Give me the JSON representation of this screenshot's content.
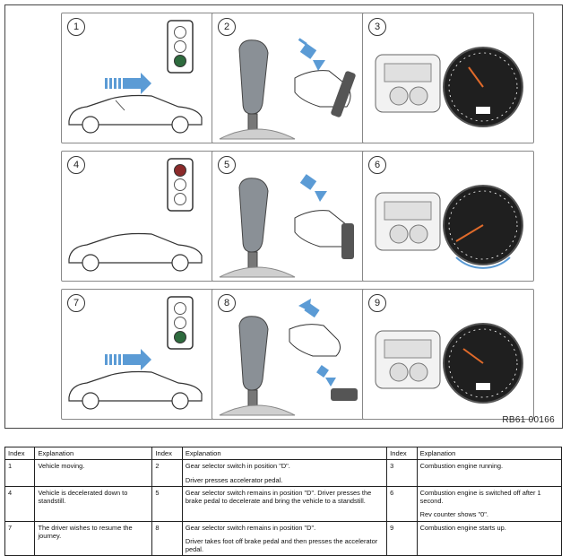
{
  "figure": {
    "code": "RB61 00166",
    "panels": [
      {
        "number": "1",
        "icon": "traffic-light-green-car-moving"
      },
      {
        "number": "2",
        "icon": "gear-selector-accelerator-pedal"
      },
      {
        "number": "3",
        "icon": "engine-running-rev-counter"
      },
      {
        "number": "4",
        "icon": "traffic-light-red-car-stopped"
      },
      {
        "number": "5",
        "icon": "gear-selector-brake-pedal"
      },
      {
        "number": "6",
        "icon": "engine-off-rev-counter-zero"
      },
      {
        "number": "7",
        "icon": "traffic-light-green-car-moving"
      },
      {
        "number": "8",
        "icon": "gear-selector-foot-off-brake"
      },
      {
        "number": "9",
        "icon": "engine-starts-rev-counter"
      }
    ]
  },
  "legend": {
    "headers": [
      "Index",
      "Explanation",
      "Index",
      "Explanation",
      "Index",
      "Explanation"
    ],
    "rows": [
      {
        "i1": "1",
        "e1": "Vehicle moving.",
        "i2": "2",
        "e2a": "Gear selector switch in position \"D\".",
        "e2b": "Driver presses accelerator pedal.",
        "i3": "3",
        "e3a": "Combustion engine running.",
        "e3b": ""
      },
      {
        "i1": "4",
        "e1": "Vehicle is decelerated down to standstill.",
        "i2": "5",
        "e2a": "Gear selector switch remains in position \"D\". Driver presses the brake pedal to decelerate and bring the vehicle to a standstill.",
        "e2b": "",
        "i3": "6",
        "e3a": "Combustion engine is switched off after 1 second.",
        "e3b": "Rev counter shows \"0\"."
      },
      {
        "i1": "7",
        "e1": "The driver wishes to resume the journey.",
        "i2": "8",
        "e2a": "Gear selector switch remains in position \"D\".",
        "e2b": "Driver takes foot off brake pedal and then presses the accelerator pedal.",
        "i3": "9",
        "e3a": "Combustion engine starts up.",
        "e3b": ""
      }
    ]
  },
  "colors": {
    "arrow": "#5b9bd5",
    "green": "#2e6b3e",
    "red": "#8b2a2a",
    "gauge": "#222222"
  }
}
